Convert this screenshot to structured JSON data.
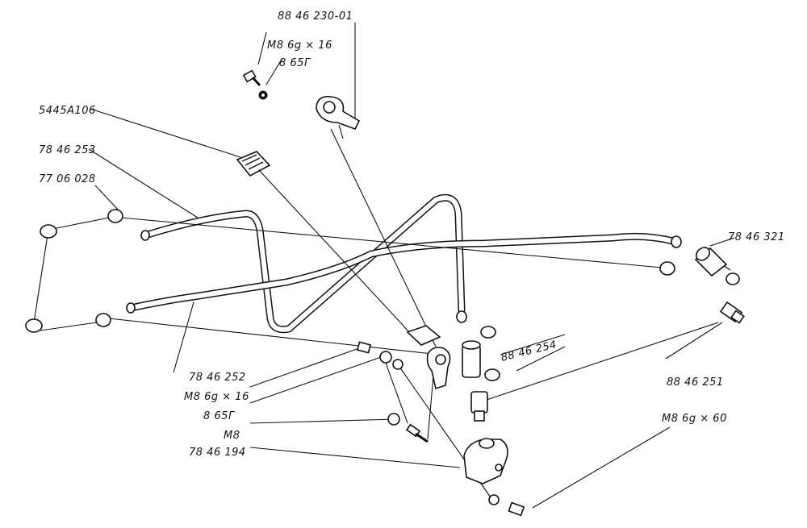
{
  "labels": {
    "p1": "88 46 230-01",
    "p2": "M8 6g × 16",
    "p3": "8 65Г",
    "p4": "5445A106",
    "p5": "78 46 253",
    "p6": "77 06 028",
    "p7": "78 46 321",
    "p8": "88 46 254",
    "p9": "88 46 251",
    "p10": "78 46 252",
    "p11": "M8 6g × 16",
    "p12": "8 65Г",
    "p13": "M8",
    "p14": "78 46 194",
    "p15": "M8 6g × 60"
  }
}
